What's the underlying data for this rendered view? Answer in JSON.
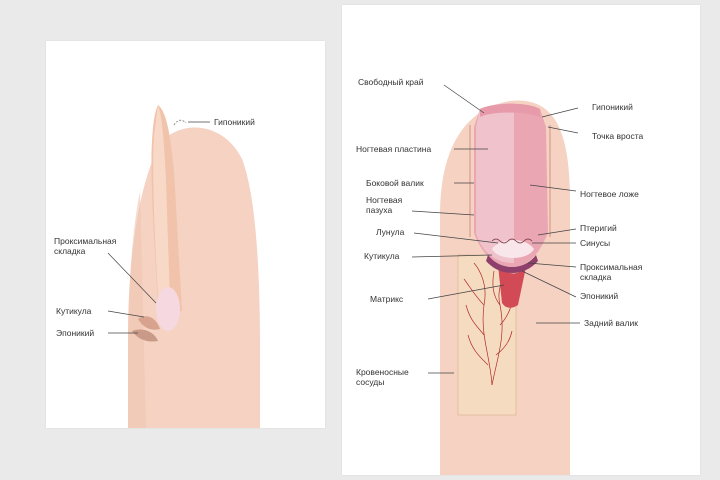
{
  "left_diagram": {
    "labels": {
      "hyponychium": "Гипоникий",
      "proximal_fold": "Проксимальная\nскладка",
      "cuticle": "Кутикула",
      "eponychium": "Эпоникий"
    }
  },
  "right_diagram": {
    "labels": {
      "free_edge": "Свободный край",
      "nail_plate": "Ногтевая пластина",
      "lateral_fold": "Боковой валик",
      "nail_sinus": "Ногтевая\nпазуха",
      "lunula": "Лунула",
      "cuticle": "Кутикула",
      "matrix": "Матрикс",
      "blood_vessels": "Кровеносные\nсосуды",
      "hyponychium": "Гипоникий",
      "stress_point": "Точка вроста",
      "nail_bed": "Ногтевое ложе",
      "pterygium": "Птеригий",
      "sinuses": "Синусы",
      "proximal_fold": "Проксимальная\nскладка",
      "eponychium": "Эпоникий",
      "posterior_fold": "Задний валик"
    }
  },
  "colors": {
    "background": "#eaeaea",
    "card": "#ffffff",
    "skin": "#f5d2c2",
    "skin_shade": "#eab9a4",
    "nail_light": "#f2c8cf",
    "nail_dark": "#e6a0ae",
    "matrix": "#d24a56",
    "vessels": "#b22a2a",
    "bone": "#f5dcc0"
  }
}
